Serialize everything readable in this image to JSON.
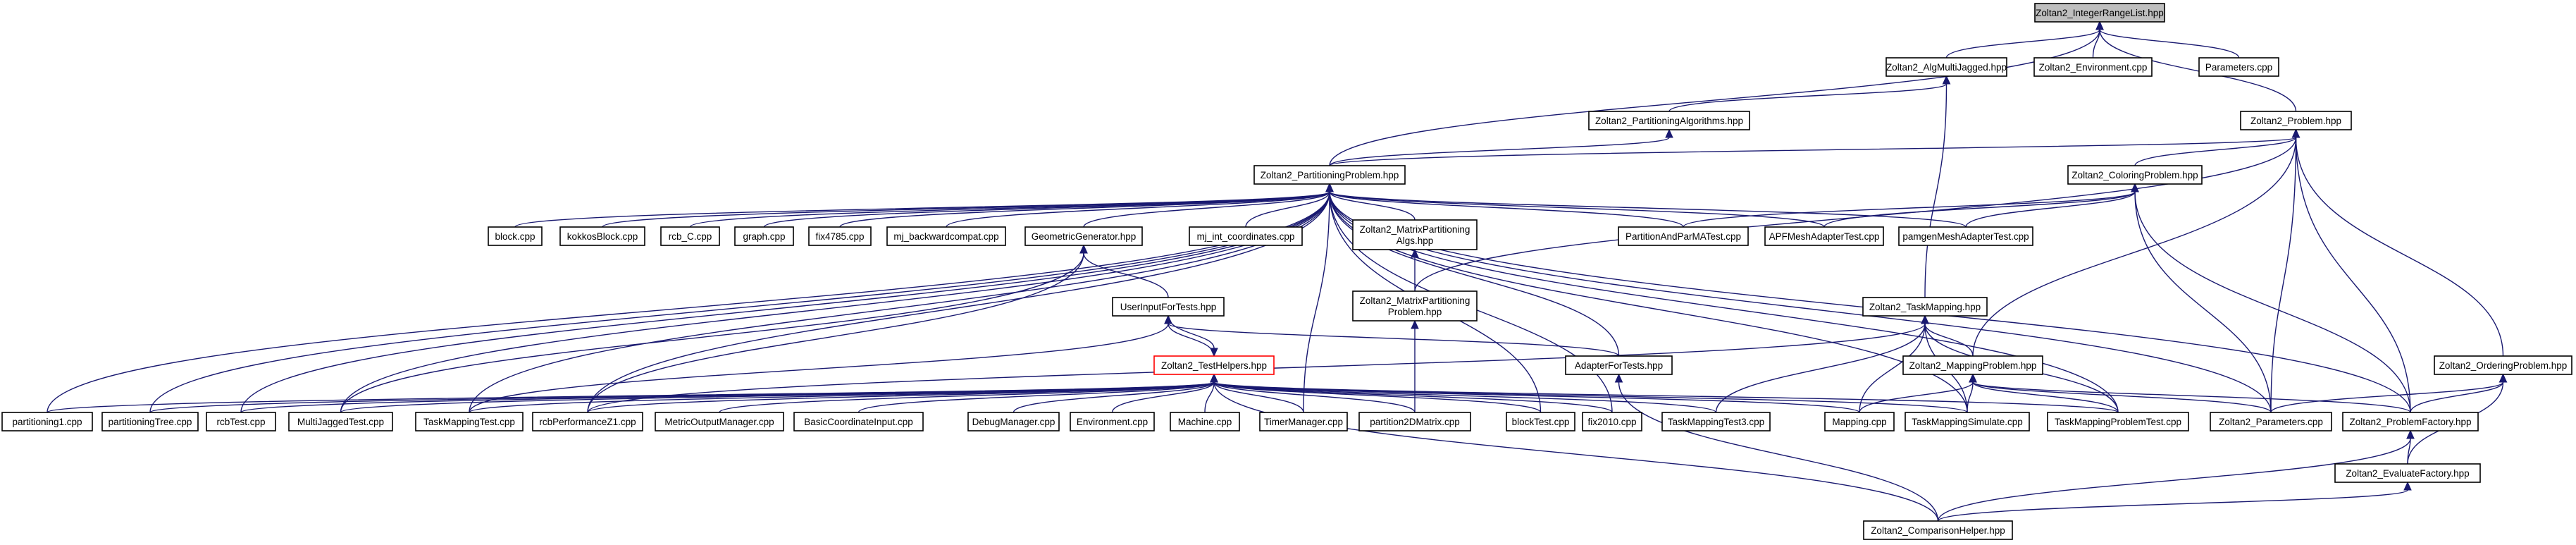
{
  "colors": {
    "edge": "#191970",
    "root_fill": "#bfbfbf",
    "node_fill": "#ffffff",
    "node_stroke": "#000000",
    "highlight_stroke": "#ff0000"
  },
  "nodes": {
    "n_root": {
      "lines": [
        "Zoltan2_IntegerRangeList.hpp"
      ]
    },
    "n_algmj": {
      "lines": [
        "Zoltan2_AlgMultiJagged.hpp"
      ]
    },
    "n_env": {
      "lines": [
        "Zoltan2_Environment.cpp"
      ]
    },
    "n_params": {
      "lines": [
        "Parameters.cpp"
      ]
    },
    "n_partalgs": {
      "lines": [
        "Zoltan2_PartitioningAlgorithms.hpp"
      ]
    },
    "n_problem": {
      "lines": [
        "Zoltan2_Problem.hpp"
      ]
    },
    "n_partprob": {
      "lines": [
        "Zoltan2_PartitioningProblem.hpp"
      ]
    },
    "n_colorprob": {
      "lines": [
        "Zoltan2_ColoringProblem.hpp"
      ]
    },
    "n_block": {
      "lines": [
        "block.cpp"
      ]
    },
    "n_kokkos": {
      "lines": [
        "kokkosBlock.cpp"
      ]
    },
    "n_rcbc": {
      "lines": [
        "rcb_C.cpp"
      ]
    },
    "n_graph": {
      "lines": [
        "graph.cpp"
      ]
    },
    "n_fix4785": {
      "lines": [
        "fix4785.cpp"
      ]
    },
    "n_mjback": {
      "lines": [
        "mj_backwardcompat.cpp"
      ]
    },
    "n_geomgen": {
      "lines": [
        "GeometricGenerator.hpp"
      ]
    },
    "n_mjint": {
      "lines": [
        "mj_int_coordinates.cpp"
      ]
    },
    "n_matalgs": {
      "lines": [
        "Zoltan2_MatrixPartitioning",
        "Algs.hpp"
      ]
    },
    "n_pandp": {
      "lines": [
        "PartitionAndParMATest.cpp"
      ]
    },
    "n_apf": {
      "lines": [
        "APFMeshAdapterTest.cpp"
      ]
    },
    "n_pamgen": {
      "lines": [
        "pamgenMeshAdapterTest.cpp"
      ]
    },
    "n_userinput": {
      "lines": [
        "UserInputForTests.hpp"
      ]
    },
    "n_matprob": {
      "lines": [
        "Zoltan2_MatrixPartitioning",
        "Problem.hpp"
      ]
    },
    "n_taskmap": {
      "lines": [
        "Zoltan2_TaskMapping.hpp"
      ]
    },
    "n_adapter": {
      "lines": [
        "AdapterForTests.hpp"
      ]
    },
    "n_mapprob": {
      "lines": [
        "Zoltan2_MappingProblem.hpp"
      ]
    },
    "n_orderprob": {
      "lines": [
        "Zoltan2_OrderingProblem.hpp"
      ]
    },
    "n_testhelp": {
      "lines": [
        "Zoltan2_TestHelpers.hpp"
      ]
    },
    "n_part1": {
      "lines": [
        "partitioning1.cpp"
      ]
    },
    "n_parttree": {
      "lines": [
        "partitioningTree.cpp"
      ]
    },
    "n_rcbtest": {
      "lines": [
        "rcbTest.cpp"
      ]
    },
    "n_mjtest": {
      "lines": [
        "MultiJaggedTest.cpp"
      ]
    },
    "n_tmtest": {
      "lines": [
        "TaskMappingTest.cpp"
      ]
    },
    "n_rcbperf": {
      "lines": [
        "rcbPerformanceZ1.cpp"
      ]
    },
    "n_metric": {
      "lines": [
        "MetricOutputManager.cpp"
      ]
    },
    "n_basic": {
      "lines": [
        "BasicCoordinateInput.cpp"
      ]
    },
    "n_debug": {
      "lines": [
        "DebugManager.cpp"
      ]
    },
    "n_envcpp": {
      "lines": [
        "Environment.cpp"
      ]
    },
    "n_machine": {
      "lines": [
        "Machine.cpp"
      ]
    },
    "n_timer": {
      "lines": [
        "TimerManager.cpp"
      ]
    },
    "n_part2d": {
      "lines": [
        "partition2DMatrix.cpp"
      ]
    },
    "n_blocktest": {
      "lines": [
        "blockTest.cpp"
      ]
    },
    "n_fix2010": {
      "lines": [
        "fix2010.cpp"
      ]
    },
    "n_tmtest3": {
      "lines": [
        "TaskMappingTest3.cpp"
      ]
    },
    "n_mapping": {
      "lines": [
        "Mapping.cpp"
      ]
    },
    "n_tmsim": {
      "lines": [
        "TaskMappingSimulate.cpp"
      ]
    },
    "n_tmprobtest": {
      "lines": [
        "TaskMappingProblemTest.cpp"
      ]
    },
    "n_z2params": {
      "lines": [
        "Zoltan2_Parameters.cpp"
      ]
    },
    "n_probfact": {
      "lines": [
        "Zoltan2_ProblemFactory.hpp"
      ]
    },
    "n_evalfact": {
      "lines": [
        "Zoltan2_EvaluateFactory.hpp"
      ]
    },
    "n_compare": {
      "lines": [
        "Zoltan2_ComparisonHelper.hpp"
      ]
    }
  }
}
